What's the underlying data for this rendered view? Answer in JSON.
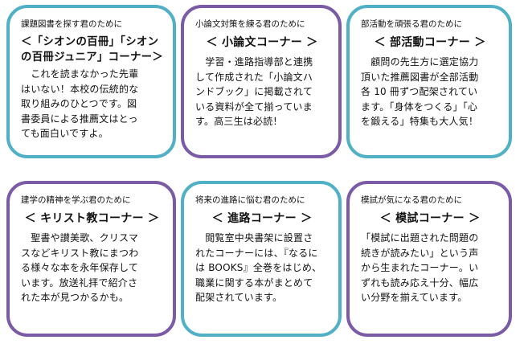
{
  "cards": [
    {
      "subtitle": "課題図書を探す君のために",
      "heading_lines": [
        "＜「シオンの百冊」「シオン",
        "の百冊ジュニア」コーナー＞"
      ],
      "body_lines": [
        "　これを読まなかった先輩",
        "はいない！本校の伝統的な",
        "取り組みのひとつです。図",
        "書委員による推薦文はとっ",
        "ても面白いですよ。"
      ]
    },
    {
      "subtitle": "小論文対策を練る君のために",
      "heading": "＜ 小論文コーナー ＞",
      "body_lines": [
        "　学習・進路指導部と連携",
        "して作成された「小論文ハ",
        "ンドブック」に掲載されて",
        "いる資料が全て揃っていま",
        "す。高三生は必読！"
      ]
    },
    {
      "subtitle": "部活動を頑張る君のために",
      "heading": "＜ 部活動コーナー ＞",
      "body_lines": [
        "　顧問の先生方に選定協力",
        "頂いた推薦図書が全部活動",
        "各 10 冊ずつ配架されてい",
        "ます。「身体をつくる」「心",
        "を鍛える」特集も大人気！"
      ]
    },
    {
      "subtitle": "建学の精神を学ぶ君のために",
      "heading": "＜ キリスト教コーナー ＞",
      "body_lines": [
        "　聖書や讃美歌、クリスマ",
        "スなどキリスト教にまつわ",
        "る様々な本を永年保存して",
        "います。放送礼拝で紹介さ",
        "れた本が見つかるかも。"
      ]
    },
    {
      "subtitle": "将来の進路に悩む君のために",
      "heading": "＜ 進路コーナー ＞",
      "body_lines": [
        "　閲覧室中央書架に設置さ",
        "れたコーナーには、『なるに",
        "は BOOKS』全巻をはじめ、",
        "職業に関する本がまとめて",
        "配架されています。"
      ]
    },
    {
      "subtitle": "模試が気になる君のために",
      "heading": "＜ 模試コーナー ＞",
      "body_lines": [
        "「模試に出題された問題の",
        "続きが読みたい」という声",
        "から生まれたコーナー。い",
        "ずれも読み応え十分、幅広",
        "い分野を揃えています。"
      ]
    }
  ]
}
